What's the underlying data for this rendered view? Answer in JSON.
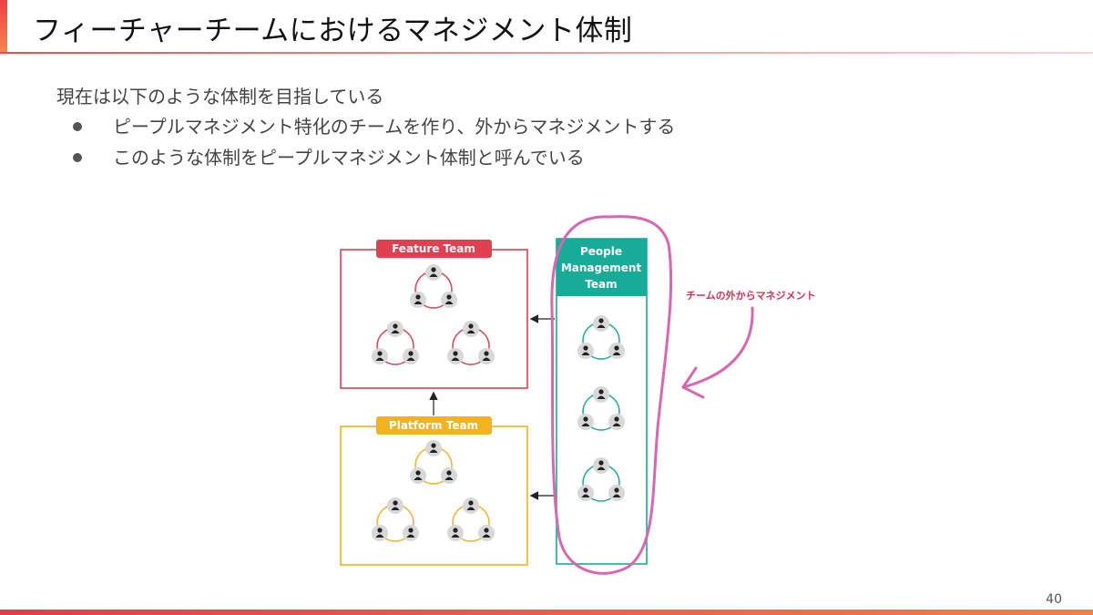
{
  "slide": {
    "title": "フィーチャーチームにおけるマネジメント体制",
    "intro": "現在は以下のような体制を目指している",
    "bullets": [
      "ピープルマネジメント特化のチームを作り、外からマネジメントする",
      "このような体制をピープルマネジメント体制と呼んでいる"
    ],
    "page_number": "40"
  },
  "diagram": {
    "feature_team": {
      "label": "Feature Team",
      "color": "#e0404f"
    },
    "platform_team": {
      "label": "Platform Team",
      "color": "#f2b321"
    },
    "people_team": {
      "label_lines": [
        "People",
        "Management",
        "Team"
      ],
      "color": "#1aab98"
    },
    "annotation": {
      "text": "チームの外からマネジメント",
      "color": "#d9304f",
      "circle_color": "#d867b0"
    },
    "icons": {
      "member": "person-icon",
      "arrow": "arrow-icon"
    }
  },
  "colors": {
    "accent": "#f04a4f",
    "member_bg": "#d8d8d8",
    "member_fg": "#222222"
  }
}
